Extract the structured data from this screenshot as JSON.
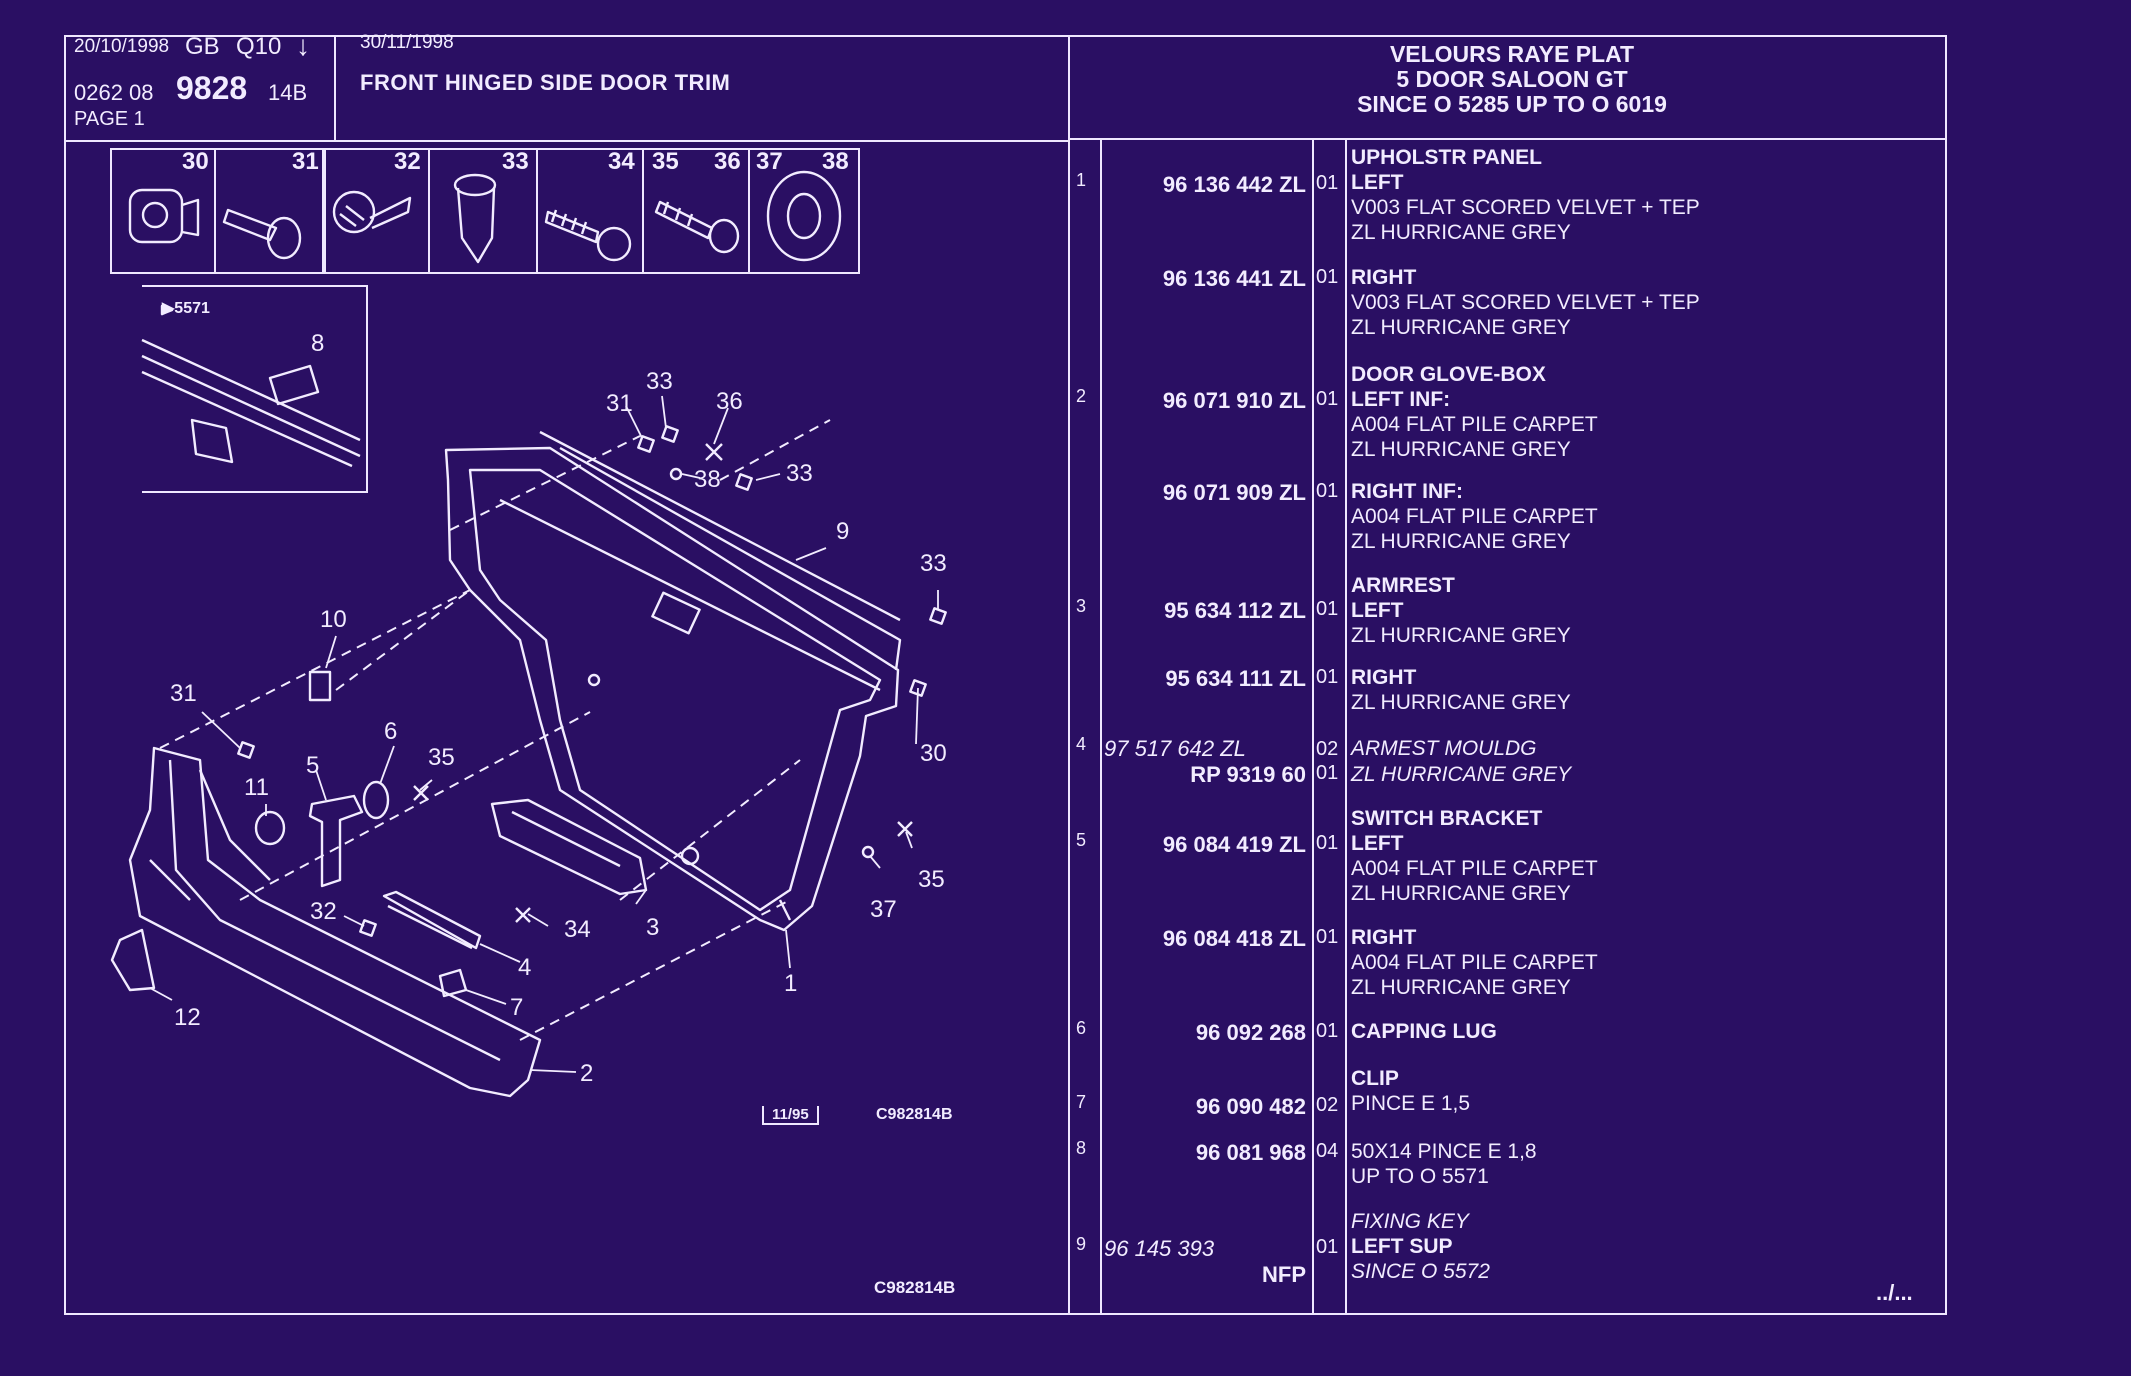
{
  "header": {
    "date1": "20/10/1998",
    "region": "GB",
    "code": "Q10",
    "arrow": "↓",
    "ref_prefix": "0262  08",
    "ref_main": "9828",
    "ref_suffix": "14B",
    "page": "PAGE  1",
    "date2": "30/11/1998",
    "title": "FRONT HINGED SIDE DOOR TRIM",
    "right_title_1": "VELOURS RAYE PLAT",
    "right_title_2": "5 DOOR SALOON GT",
    "right_title_3": "SINCE  O   5285 UP  TO  O   6019"
  },
  "parts_strip": [
    "30",
    "31",
    "32",
    "33",
    "34",
    "35",
    "36",
    "37",
    "38"
  ],
  "inset": {
    "ref": "▶5571",
    "label": "8"
  },
  "diagram": {
    "callouts": [
      "31",
      "33",
      "36",
      "38",
      "33",
      "9",
      "33",
      "10",
      "31",
      "6",
      "35",
      "5",
      "11",
      "30",
      "32",
      "34",
      "3",
      "37",
      "35",
      "4",
      "7",
      "1",
      "12",
      "2"
    ],
    "stamp": "11/95",
    "code": "C982814B",
    "bottom_code": "C982814B"
  },
  "rows": [
    {
      "item": "1",
      "code": "96 136 442 ZL",
      "qty": "01",
      "title": "UPHOLSTR PANEL",
      "lines": [
        "LEFT",
        "V003 FLAT SCORED VELVET  +  TEP",
        "ZL HURRICANE GREY"
      ]
    },
    {
      "item": "",
      "code": "96 136 441 ZL",
      "qty": "01",
      "title": "",
      "lines": [
        "RIGHT",
        "V003 FLAT SCORED VELVET  +  TEP",
        "ZL HURRICANE GREY"
      ]
    },
    {
      "item": "2",
      "code": "96 071 910 ZL",
      "qty": "01",
      "title": "DOOR GLOVE-BOX",
      "lines": [
        "LEFT INF:",
        "A004 FLAT PILE CARPET",
        "ZL HURRICANE GREY"
      ]
    },
    {
      "item": "",
      "code": "96 071 909 ZL",
      "qty": "01",
      "title": "",
      "lines": [
        "RIGHT INF:",
        "A004 FLAT PILE CARPET",
        "ZL HURRICANE GREY"
      ]
    },
    {
      "item": "3",
      "code": "95 634 112 ZL",
      "qty": "01",
      "title": "ARMREST",
      "lines": [
        "LEFT",
        "ZL HURRICANE GREY"
      ]
    },
    {
      "item": "",
      "code": "95 634 111 ZL",
      "qty": "01",
      "title": "",
      "lines": [
        "RIGHT",
        "ZL HURRICANE GREY"
      ]
    },
    {
      "item": "4",
      "code": "97 517 642 ZL",
      "qty": "02",
      "title": "",
      "lines": [
        "ARMEST MOULDG"
      ]
    },
    {
      "item": "",
      "code": "RP  9319 60",
      "qty": "01",
      "title": "",
      "lines": [
        "ZL HURRICANE GREY"
      ]
    },
    {
      "item": "5",
      "code": "96 084 419 ZL",
      "qty": "01",
      "title": "SWITCH BRACKET",
      "lines": [
        "LEFT",
        "A004 FLAT PILE CARPET",
        "ZL HURRICANE GREY"
      ]
    },
    {
      "item": "",
      "code": "96 084 418 ZL",
      "qty": "01",
      "title": "",
      "lines": [
        "RIGHT",
        "A004 FLAT PILE CARPET",
        "ZL HURRICANE GREY"
      ]
    },
    {
      "item": "6",
      "code": "96 092 268",
      "qty": "01",
      "title": "",
      "lines": [
        "CAPPING LUG"
      ]
    },
    {
      "item": "7",
      "code": "96 090 482",
      "qty": "02",
      "title": "CLIP",
      "lines": [
        "PINCE E 1,5"
      ]
    },
    {
      "item": "8",
      "code": "96 081 968",
      "qty": "04",
      "title": "",
      "lines": [
        "50X14 PINCE E 1,8",
        "UP  TO  O  5571"
      ]
    },
    {
      "item": "9",
      "code": "96 145 393",
      "qty": "01",
      "title": "FIXING KEY",
      "lines": [
        "LEFT SUP",
        "SINCE  O  5572"
      ]
    },
    {
      "item": "",
      "code": "NFP",
      "qty": "",
      "title": "",
      "lines": []
    }
  ],
  "continued": "../..."
}
